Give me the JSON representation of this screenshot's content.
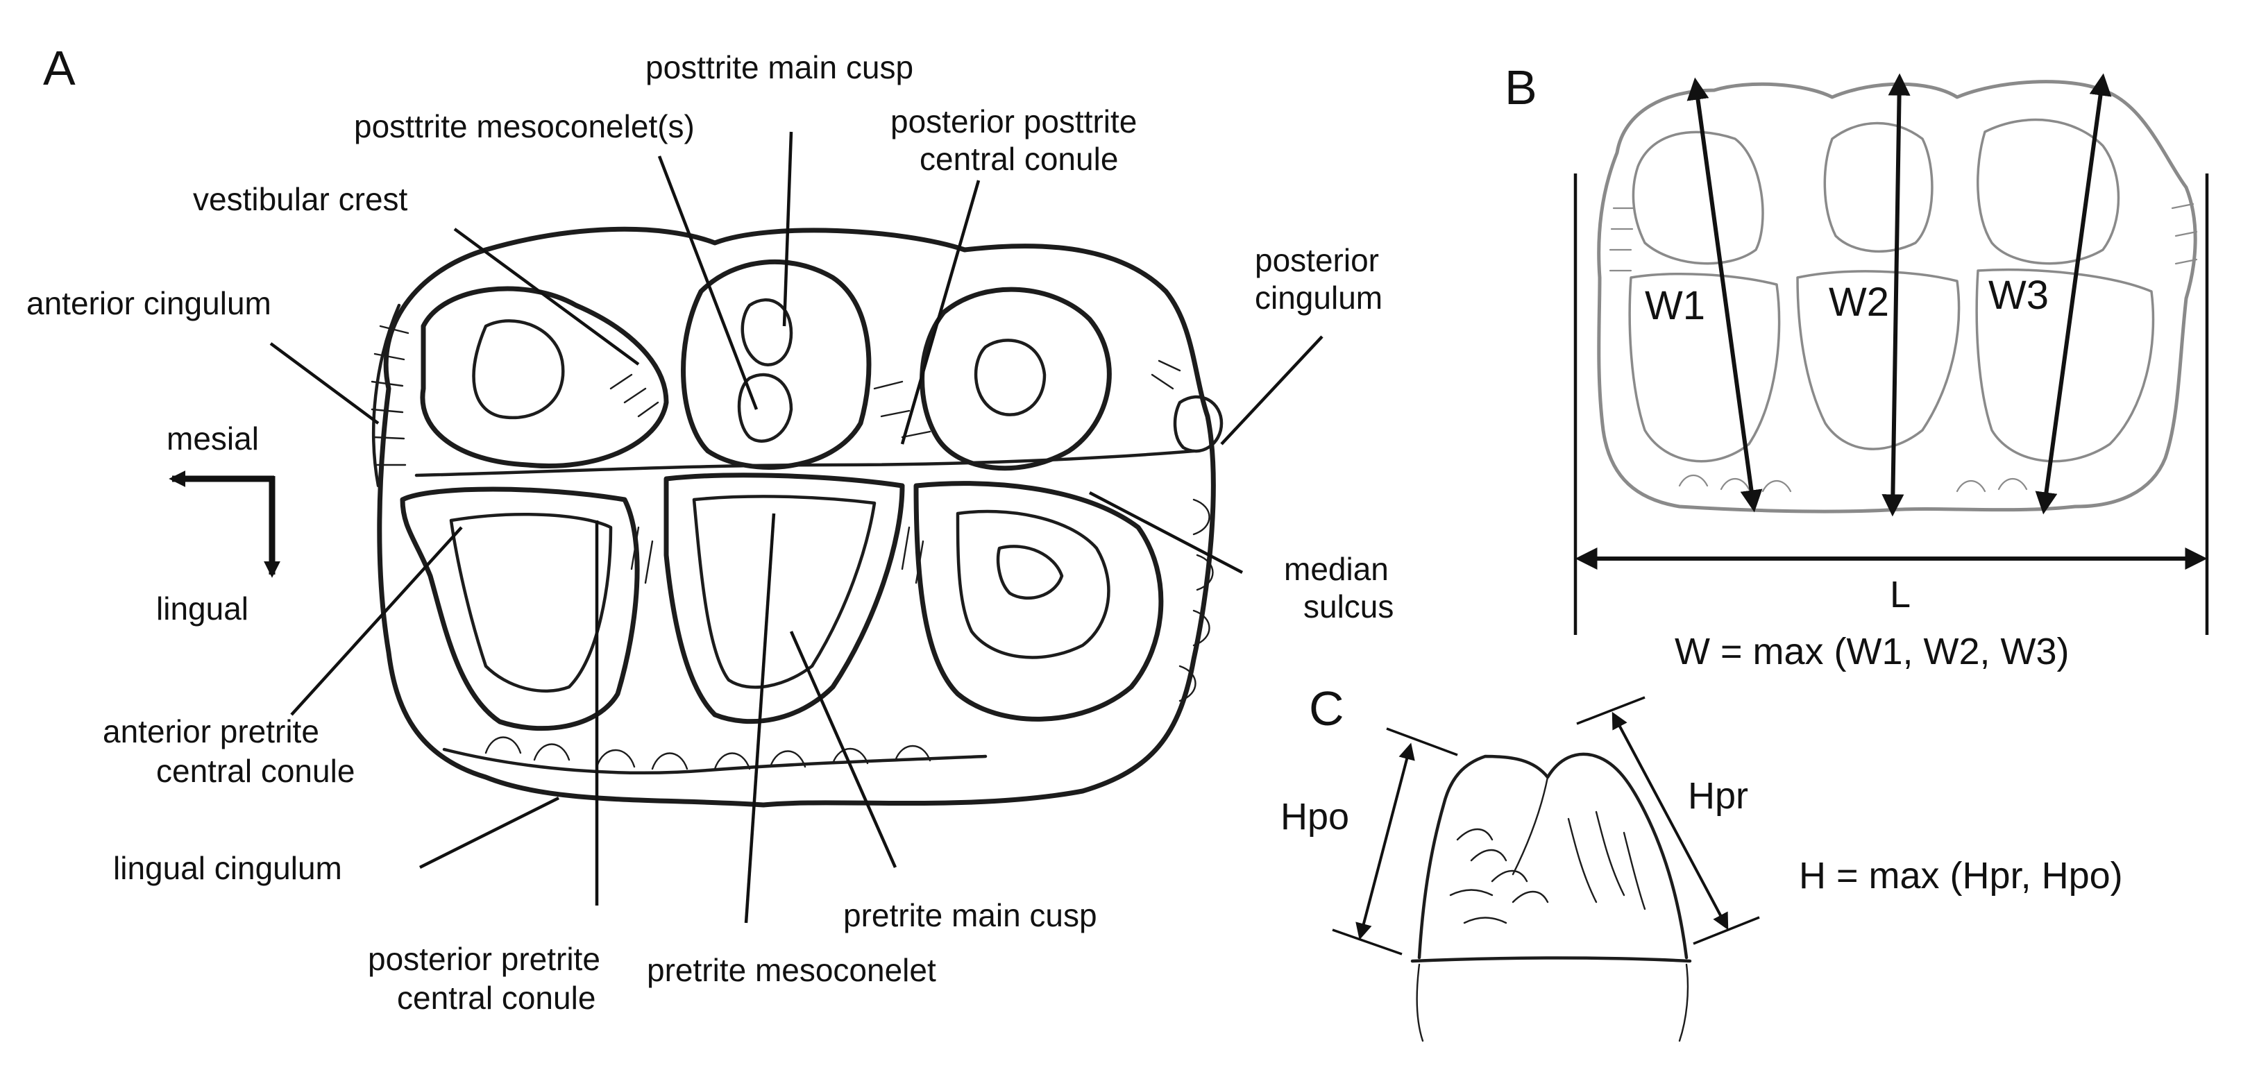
{
  "panels": {
    "a": "A",
    "b": "B",
    "c": "C"
  },
  "panel_a_labels": {
    "posttrite_main_cusp": "posttrite main cusp",
    "posttrite_mesoconelets": "posttrite mesoconelet(s)",
    "posterior_posttrite_central_conule_1": "posterior posttrite",
    "posterior_posttrite_central_conule_2": "central conule",
    "vestibular_crest": "vestibular crest",
    "anterior_cingulum": "anterior cingulum",
    "posterior_cingulum_1": "posterior",
    "posterior_cingulum_2": "cingulum",
    "mesial": "mesial",
    "lingual": "lingual",
    "median_sulcus_1": "median",
    "median_sulcus_2": "sulcus",
    "anterior_pretrite_central_conule_1": "anterior pretrite",
    "anterior_pretrite_central_conule_2": "central conule",
    "lingual_cingulum": "lingual cingulum",
    "pretrite_main_cusp": "pretrite main cusp",
    "posterior_pretrite_central_conule_1": "posterior pretrite",
    "posterior_pretrite_central_conule_2": "central conule",
    "pretrite_mesoconelet": "pretrite mesoconelet"
  },
  "panel_b": {
    "w1": "W1",
    "w2": "W2",
    "w3": "W3",
    "l": "L",
    "formula": "W = max (W1, W2, W3)"
  },
  "panel_c": {
    "hpo": "Hpo",
    "hpr": "Hpr",
    "formula": "H = max (Hpr, Hpo)"
  }
}
